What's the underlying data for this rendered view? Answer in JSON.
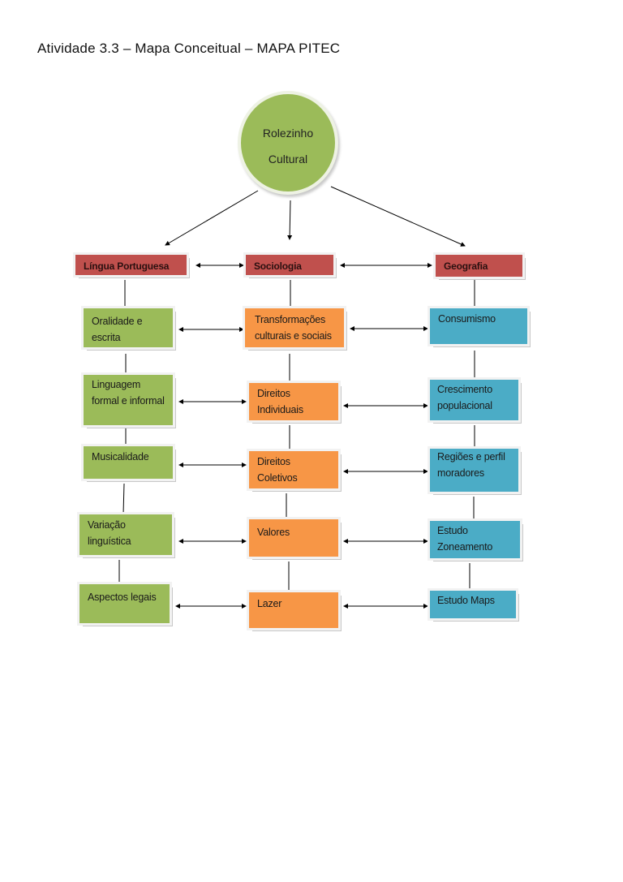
{
  "title": "Atividade 3.3 – Mapa Conceitual – MAPA PITEC",
  "center": {
    "line1": "Rolezinho",
    "line2": "Cultural",
    "color": "#9bbb59"
  },
  "colors": {
    "header": "#c0504d",
    "portuguese": "#9bbb59",
    "sociology": "#f79646",
    "geography": "#4bacc6"
  },
  "columns": [
    {
      "header": "Língua Portuguesa",
      "items": [
        "Oralidade e escrita",
        "Linguagem formal e informal",
        "Musicalidade",
        "Variação linguística",
        "Aspectos legais"
      ]
    },
    {
      "header": "Sociologia",
      "items": [
        "Transformações culturais e sociais",
        "Direitos Individuais",
        "Direitos Coletivos",
        "Valores",
        "Lazer"
      ]
    },
    {
      "header": "Geografia",
      "items": [
        "Consumismo",
        "Crescimento populacional",
        "Regiões e perfil moradores",
        "Estudo Zoneamento",
        "Estudo Maps"
      ]
    }
  ]
}
